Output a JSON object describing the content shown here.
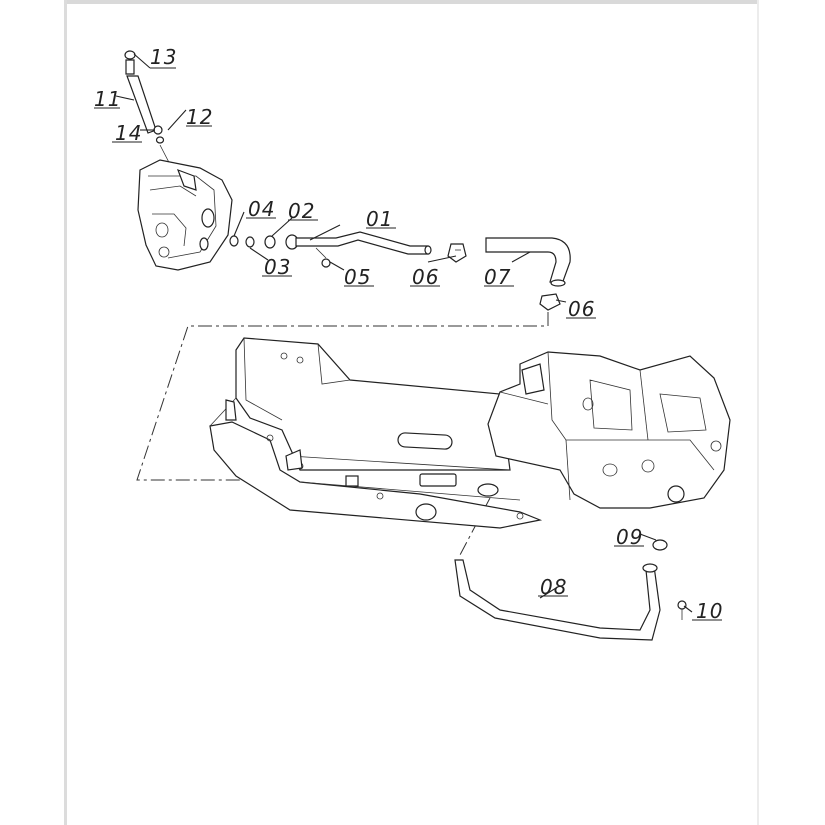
{
  "diagram": {
    "callouts": {
      "p13": "13",
      "p11": "11",
      "p12": "12",
      "p14": "14",
      "p04": "04",
      "p02": "02",
      "p01": "01",
      "p03": "03",
      "p05": "05",
      "p06a": "06",
      "p07": "07",
      "p06b": "06",
      "p09": "09",
      "p08": "08",
      "p10": "10"
    }
  }
}
